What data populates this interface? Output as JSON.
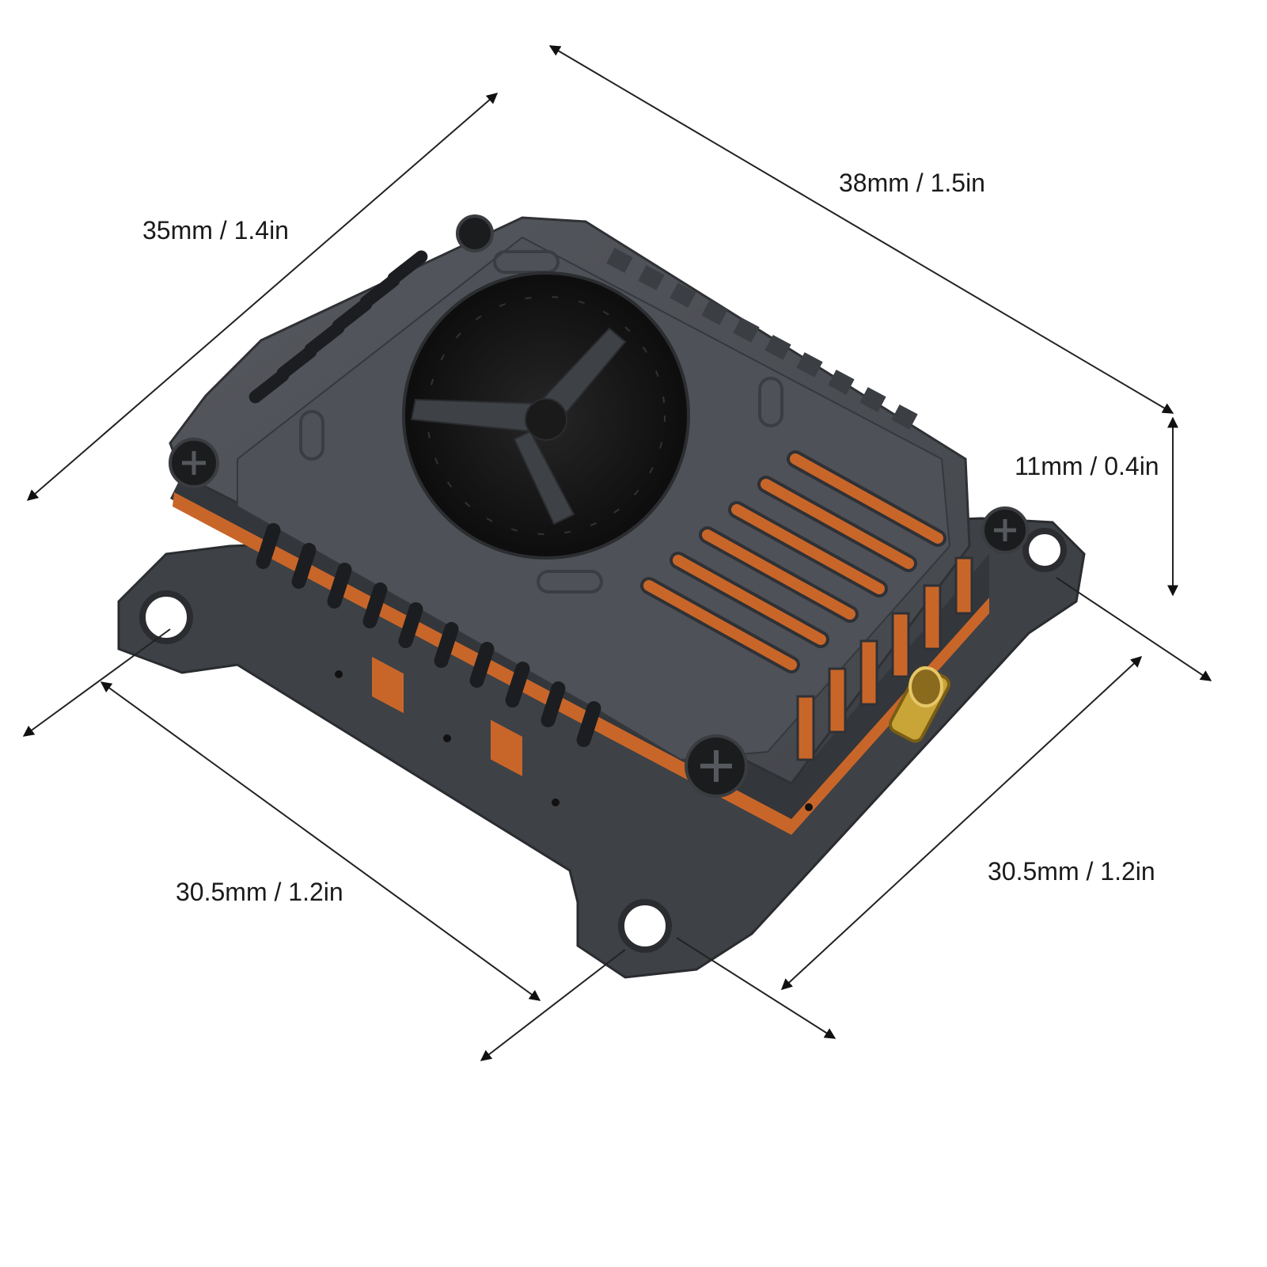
{
  "dimensions": {
    "depth": "35mm / 1.4in",
    "width": "38mm / 1.5in",
    "height": "11mm / 0.4in",
    "mount_left": "30.5mm / 1.2in",
    "mount_right": "30.5mm / 1.2in"
  },
  "colors": {
    "body": "#4a4d52",
    "body_dark": "#2f3135",
    "copper": "#c8662a",
    "fan": "#141414",
    "gold": "#c9a437",
    "line": "#222222"
  }
}
